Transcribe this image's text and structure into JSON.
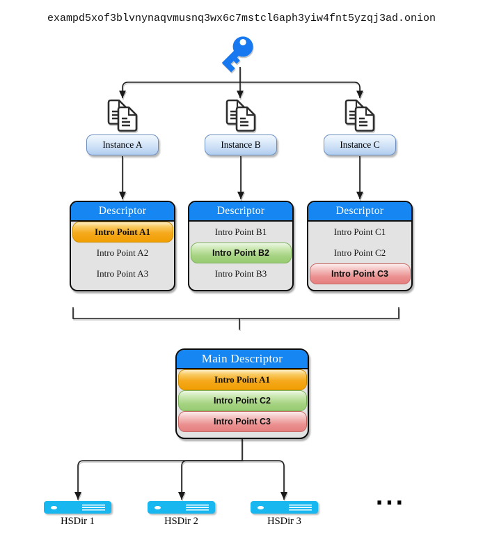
{
  "onion_address": "exampd5xof3blvnynaqvmusnq3wx6c7mstcl6aph3yiw4fnt5yzqj3ad.onion",
  "icons": {
    "key": "key-icon",
    "documents": "copy-documents-icon",
    "server": "server-icon"
  },
  "instances": [
    {
      "label": "Instance A"
    },
    {
      "label": "Instance B"
    },
    {
      "label": "Instance C"
    }
  ],
  "descriptors": [
    {
      "title": "Descriptor",
      "rows": [
        {
          "label": "Intro Point A1",
          "highlight": "orange"
        },
        {
          "label": "Intro Point A2",
          "highlight": "none"
        },
        {
          "label": "Intro Point A3",
          "highlight": "none"
        }
      ]
    },
    {
      "title": "Descriptor",
      "rows": [
        {
          "label": "Intro Point B1",
          "highlight": "none"
        },
        {
          "label": "Intro Point B2",
          "highlight": "green"
        },
        {
          "label": "Intro Point B3",
          "highlight": "none"
        }
      ]
    },
    {
      "title": "Descriptor",
      "rows": [
        {
          "label": "Intro Point C1",
          "highlight": "none"
        },
        {
          "label": "Intro Point C2",
          "highlight": "none"
        },
        {
          "label": "Intro Point C3",
          "highlight": "red"
        }
      ]
    }
  ],
  "main_descriptor": {
    "title": "Main Descriptor",
    "rows": [
      {
        "label": "Intro Point A1",
        "highlight": "orange"
      },
      {
        "label": "Intro Point C2",
        "highlight": "green"
      },
      {
        "label": "Intro Point C3",
        "highlight": "red"
      }
    ]
  },
  "hsdirs": [
    {
      "label": "HSDir 1"
    },
    {
      "label": "HSDir 2"
    },
    {
      "label": "HSDir 3"
    }
  ],
  "ellipsis": "...",
  "colors": {
    "header_blue": "#1687f2",
    "key_blue": "#1778f0",
    "orange_highlight": "#f5a91d",
    "green_highlight": "#a6d382",
    "red_highlight": "#eb9090",
    "instance_fill": "#dae8fc",
    "instance_border": "#6c8ebf",
    "hsdir_cyan": "#18b7f0",
    "body_gray": "#e3e3e3",
    "line_black": "#1a1a1a"
  }
}
